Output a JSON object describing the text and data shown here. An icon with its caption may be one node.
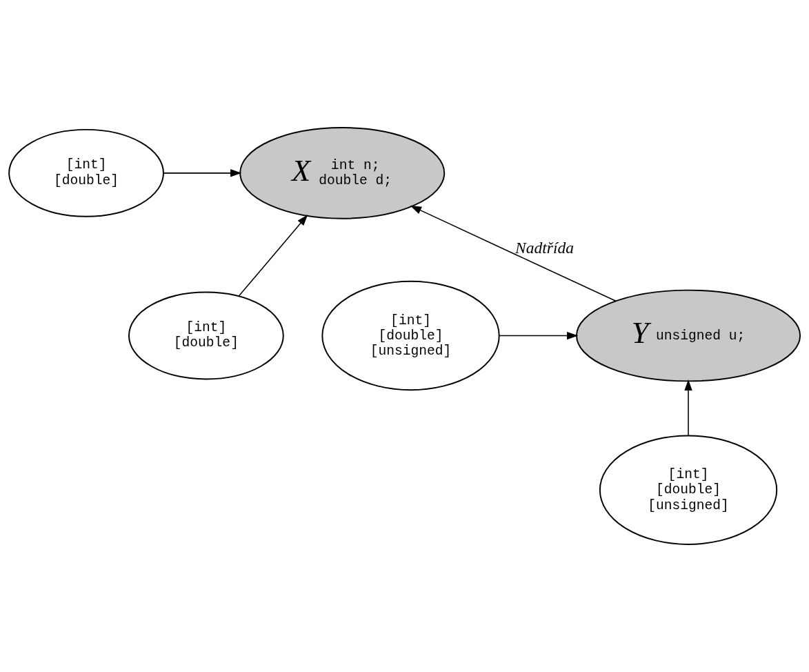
{
  "diagram": {
    "nodes": [
      {
        "text": [
          "X",
          "int n; double d;"
        ]
      },
      {
        "text": [
          "[int] [double]"
        ]
      },
      {
        "text": [
          "[int] [double]"
        ]
      },
      {
        "text": [
          "Y",
          "unsigned u;"
        ]
      },
      {
        "text": [
          "[int] [double] [unsigned]"
        ]
      },
      {
        "text": [
          "[int] [double] [unsigned]"
        ]
      }
    ],
    "edges": [
      {
        "from": 1,
        "to": 0,
        "arrow": "to"
      },
      {
        "from": 2,
        "to": 0,
        "arrow": "to"
      },
      {
        "from": 3,
        "to": 0,
        "arrow": "to",
        "label": "Nadtřída"
      },
      {
        "from": 4,
        "to": 3,
        "arrow": "to"
      },
      {
        "from": 5,
        "to": 3,
        "arrow": "to"
      }
    ]
  }
}
